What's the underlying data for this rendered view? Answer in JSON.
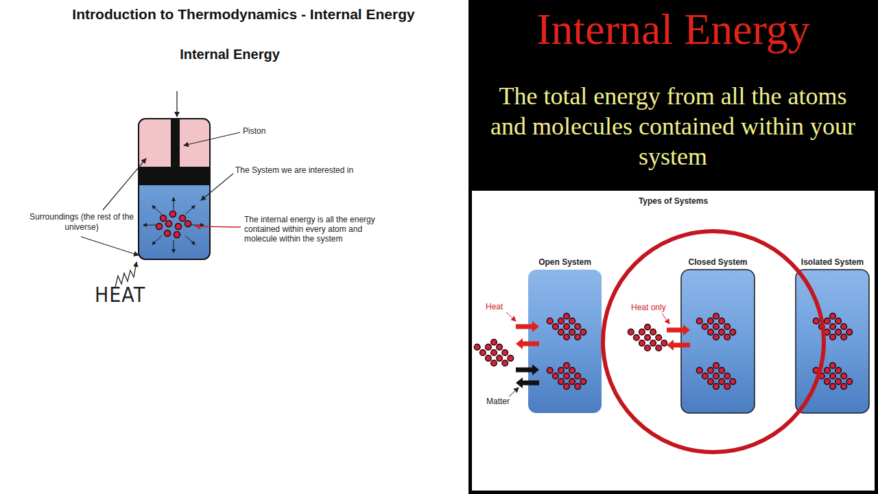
{
  "diagram": {
    "title": "Introduction to Thermodynamics - Internal Energy",
    "nodes": [
      {
        "text": [
          "Internal Energy",
          "The total energy from all the atoms and molecules contained within your system"
        ]
      },
      {
        "text": [
          "Types of Systems"
        ],
        "in": 0
      },
      {
        "text": [
          "Open System"
        ],
        "in": 1
      },
      {
        "text": [
          "Closed System"
        ],
        "in": 1
      },
      {
        "text": [
          "Isolated System"
        ],
        "in": 1
      }
    ],
    "labels": [
      "Internal Energy",
      "Piston",
      "The System we are interested in",
      "The internal energy is all the energy contained within every atom and molecule within the system",
      "Surroundings (the rest of the universe)",
      "HEAT",
      "Heat",
      "Matter",
      "Heat only"
    ]
  }
}
